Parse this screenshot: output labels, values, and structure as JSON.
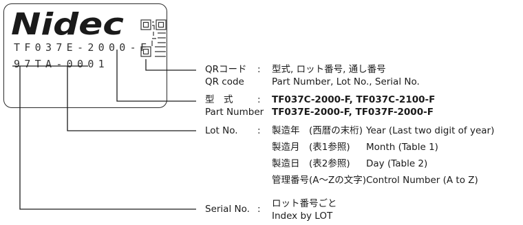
{
  "plate": {
    "brand": "Nidec",
    "part_code": "TF037E-2000-F",
    "lot_code": "97TA-0001"
  },
  "sections": {
    "qr": {
      "label_jp": "QRコード",
      "label_en": "QR code",
      "separator": ":",
      "desc_jp": "型式, ロット番号, 通し番号",
      "desc_en": "Part Number, Lot No., Serial No."
    },
    "part": {
      "label_jp": "型　式",
      "label_en": "Part Number",
      "separator": ":",
      "line1": "TF037C-2000-F,   TF037C-2100-F",
      "line2": "TF037E-2000-F,   TF037F-2000-F"
    },
    "lot": {
      "label": "Lot No.",
      "separator": ":",
      "rows": [
        {
          "jp": "製造年",
          "paren": "(西暦の末桁)",
          "en": "Year (Last two digit of year)"
        },
        {
          "jp": "製造月",
          "paren": "(表1参照)",
          "en": "Month (Table 1)"
        },
        {
          "jp": "製造日",
          "paren": "(表2参照)",
          "en": "Day (Table 2)"
        },
        {
          "jp": "管理番号",
          "paren": "(A～Zの文字)",
          "en": "Control Number (A to Z)"
        }
      ]
    },
    "serial": {
      "label": "Serial No.",
      "separator": ":",
      "desc_jp": "ロット番号ごと",
      "desc_en": "Index by LOT"
    }
  }
}
